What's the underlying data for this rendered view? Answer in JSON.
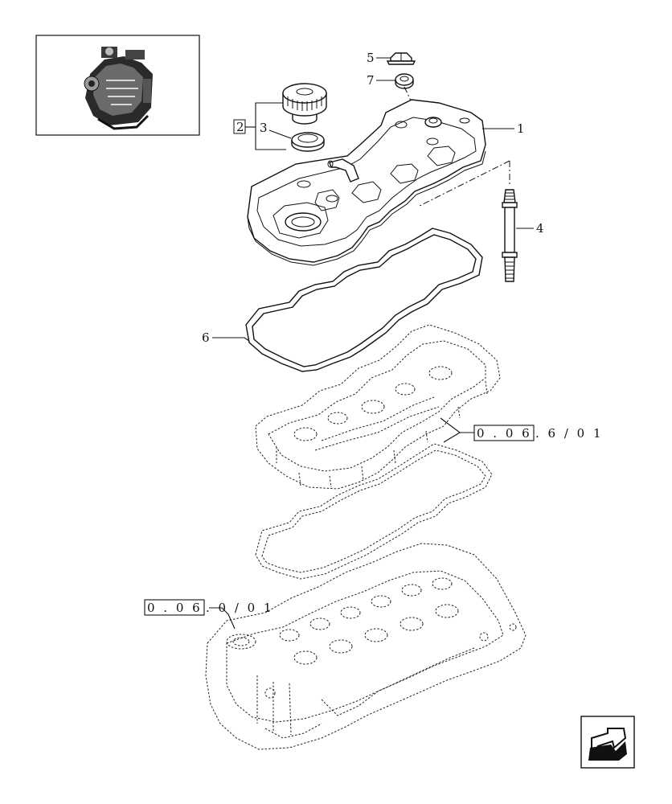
{
  "callouts": {
    "c1": "1",
    "c2": "2",
    "c3": "3",
    "c4": "4",
    "c5": "5",
    "c6": "6",
    "c7": "7"
  },
  "refs": {
    "upper": {
      "boxed": "0 . 0 6",
      "suffix": ". 6 / 0 1"
    },
    "lower": {
      "boxed": "0 . 0 6",
      "suffix": ". 0 / 0 1"
    }
  },
  "icons": {
    "thumbnail": "engine-thumbnail-icon",
    "nav": "next-page-arrow-icon"
  }
}
